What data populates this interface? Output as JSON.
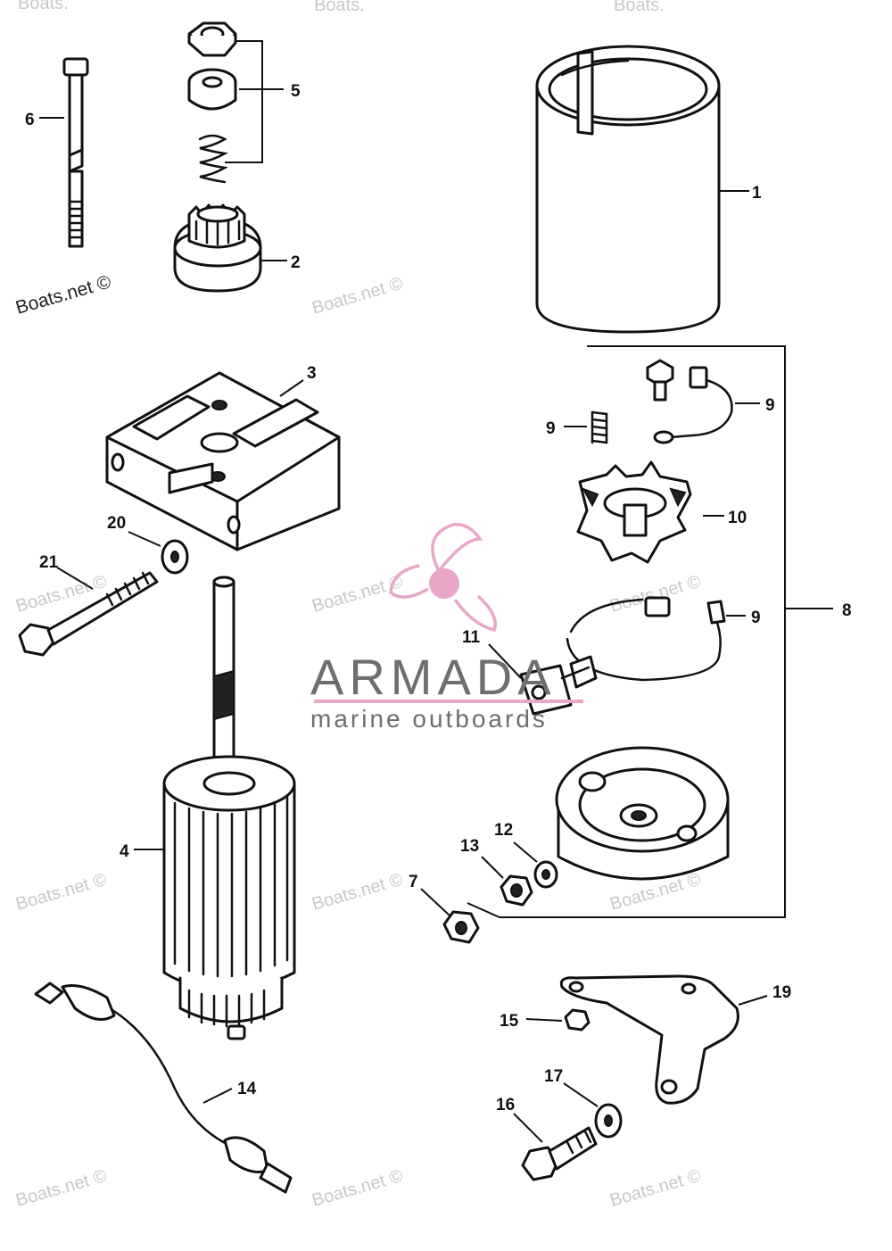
{
  "watermark": {
    "text": "Boats.net ©",
    "top": "Boats."
  },
  "logo": {
    "name": "ARMADA",
    "tagline": "marine outboards",
    "color": "#e9a6c8"
  },
  "callouts": {
    "c1": "1",
    "c2": "2",
    "c3": "3",
    "c4": "4",
    "c5": "5",
    "c6": "6",
    "c7": "7",
    "c8": "8",
    "c9a": "9",
    "c9b": "9",
    "c9c": "9",
    "c10": "10",
    "c11": "11",
    "c12": "12",
    "c13": "13",
    "c14": "14",
    "c15": "15",
    "c16": "16",
    "c17": "17",
    "c19": "19",
    "c20": "20",
    "c21": "21"
  }
}
